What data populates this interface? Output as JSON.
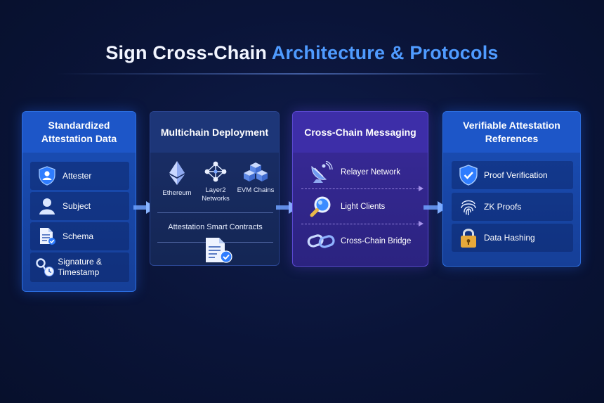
{
  "title": {
    "part1": "Sign Cross-Chain ",
    "part2": "Architecture & Protocols"
  },
  "colors": {
    "accent": "#4f9bff",
    "panel_blue": "#1a4fb8",
    "panel_purple": "#3a2a9a",
    "background": "#0a1438"
  },
  "panels": {
    "standardized": {
      "title": "Standardized Attestation Data",
      "items": [
        {
          "label": "Attester",
          "icon": "shield-user-icon"
        },
        {
          "label": "Subject",
          "icon": "user-icon"
        },
        {
          "label": "Schema",
          "icon": "document-check-icon"
        },
        {
          "label": "Signature & Timestamp",
          "icon": "key-clock-icon"
        }
      ]
    },
    "multichain": {
      "title": "Multichain Deployment",
      "chains": [
        {
          "label": "Ethereum",
          "icon": "ethereum-icon"
        },
        {
          "label": "Layer2 Networks",
          "icon": "network-nodes-icon"
        },
        {
          "label": "EVM Chains",
          "icon": "cubes-icon"
        }
      ],
      "contracts_label": "Attestation Smart Contracts",
      "contracts_icon": "contract-document-icon"
    },
    "messaging": {
      "title": "Cross-Chain Messaging",
      "items": [
        {
          "label": "Relayer Network",
          "icon": "satellite-dish-icon"
        },
        {
          "label": "Light Clients",
          "icon": "magnifier-icon"
        },
        {
          "label": "Cross-Chain Bridge",
          "icon": "chain-link-icon"
        }
      ]
    },
    "verifiable": {
      "title": "Verifiable Attestation References",
      "items": [
        {
          "label": "Proof Verification",
          "icon": "shield-check-icon"
        },
        {
          "label": "ZK Proofs",
          "icon": "fingerprint-icon"
        },
        {
          "label": "Data Hashing",
          "icon": "lock-icon"
        }
      ]
    }
  }
}
